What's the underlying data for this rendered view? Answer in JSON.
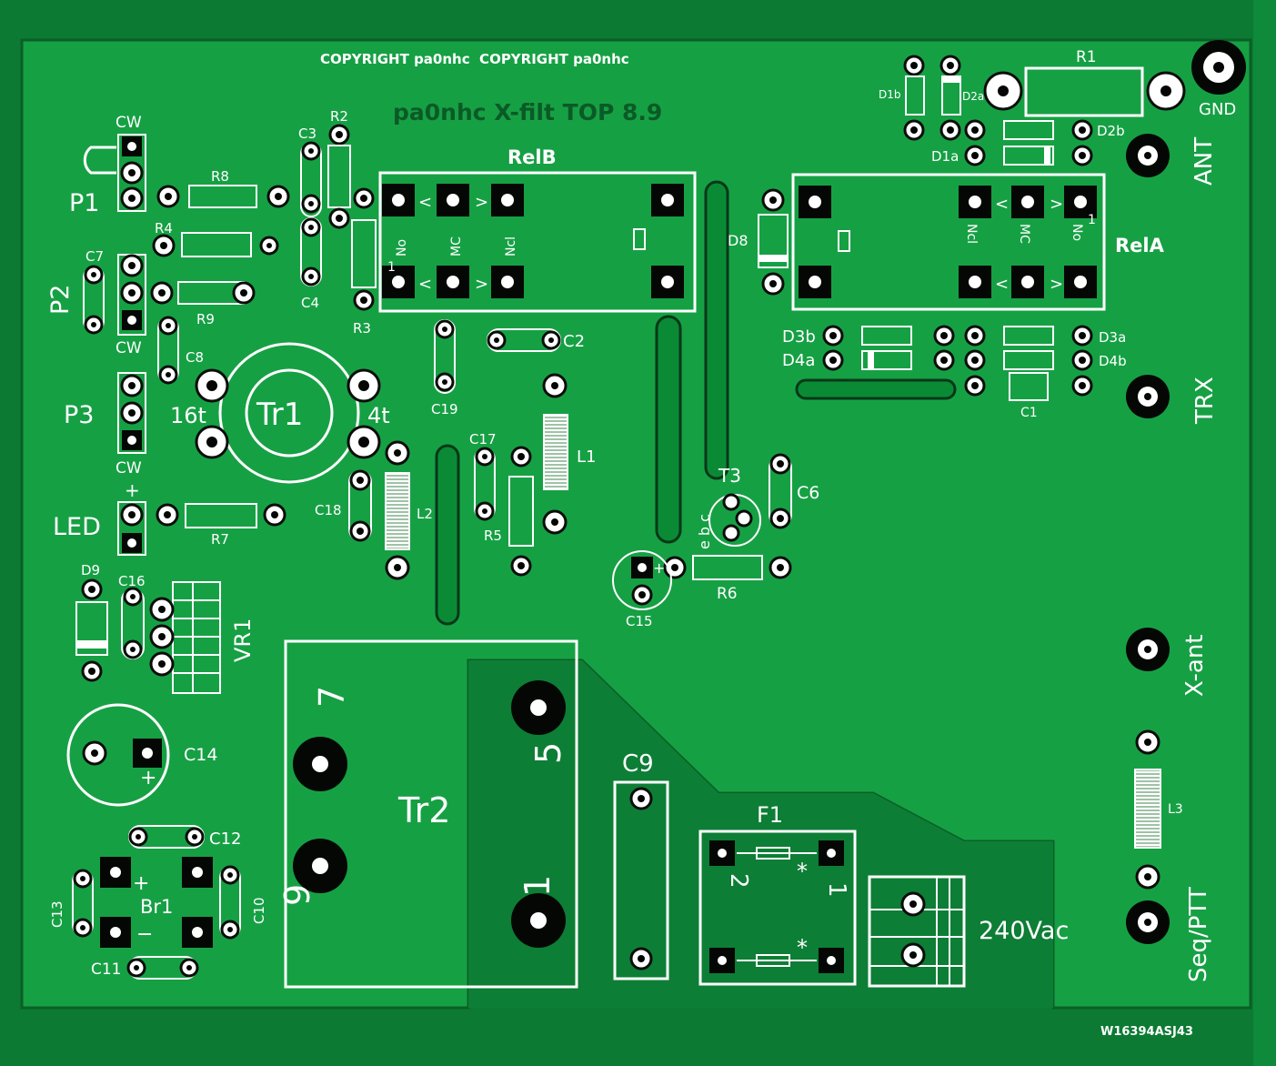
{
  "board": {
    "copyright": "COPYRIGHT pa0nhc  COPYRIGHT pa0nhc",
    "title": "pa0nhc X-filt TOP 8.9",
    "serial": "W16394ASJ43"
  },
  "connectors": {
    "gnd": "GND",
    "ant": "ANT",
    "trx": "TRX",
    "x_ant": "X-ant",
    "seq_ptt": "Seq/PTT",
    "mains": "240Vac",
    "led": "LED"
  },
  "left_column": {
    "p1": "P1",
    "p2": "P2",
    "p3": "P3",
    "cw_top": "CW",
    "cw_mid": "CW",
    "cw_bottom": "CW",
    "led_plus": "+"
  },
  "relays": {
    "relb": "RelB",
    "rela": "RelA",
    "no": "No",
    "mc": "MC",
    "nc": "Ncl",
    "one": "1",
    "lt": "<",
    "gt": ">"
  },
  "transformers": {
    "tr1": "Tr1",
    "tr1_left": "16t",
    "tr1_right": "4t",
    "tr2": "Tr2",
    "pin7": "7",
    "pin9": "9",
    "pin5": "5",
    "pin1": "1"
  },
  "parts": {
    "r1": "R1",
    "r2": "R2",
    "r3": "R3",
    "r4": "R4",
    "r5": "R5",
    "r6": "R6",
    "r7": "R7",
    "r8": "R8",
    "r9": "R9",
    "c1": "C1",
    "c2": "C2",
    "c3": "C3",
    "c4": "C4",
    "c6": "C6",
    "c7": "C7",
    "c8": "C8",
    "c9": "C9",
    "c10": "C10",
    "c11": "C11",
    "c12": "C12",
    "c13": "C13",
    "c14": "C14",
    "c15": "C15",
    "c16": "C16",
    "c17": "C17",
    "c18": "C18",
    "c19": "C19",
    "d1a": "D1a",
    "d1b": "D1b",
    "d2a": "D2a",
    "d2b": "D2b",
    "d3a": "D3a",
    "d3b": "D3b",
    "d4a": "D4a",
    "d4b": "D4b",
    "d8": "D8",
    "d9": "D9",
    "l1": "L1",
    "l2": "L2",
    "l3": "L3",
    "t3": "T3",
    "t3_pins": "e b c",
    "vr1": "VR1",
    "br1": "Br1",
    "f1": "F1",
    "f1_left": "2",
    "f1_right": "1",
    "f1_star": "*",
    "plus": "+",
    "minus": "−"
  }
}
